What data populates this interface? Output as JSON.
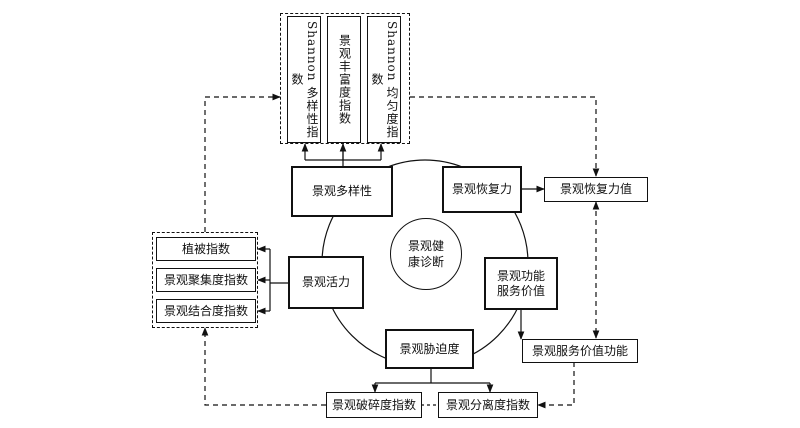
{
  "top_indices": {
    "shannon_diversity": "Shannon 多样性指数",
    "richness": "景观丰富度指数",
    "shannon_evenness": "Shannon 均匀度指数"
  },
  "center": {
    "label": "景观健康诊断"
  },
  "nodes": {
    "diversity": "景观多样性",
    "recovery": "景观恢复力",
    "vitality": "景观活力",
    "service_value": "景观功能服务价值",
    "stress": "景观胁迫度"
  },
  "left_indices": {
    "vegetation": "植被指数",
    "aggregation": "景观聚集度指数",
    "cohesion": "景观结合度指数"
  },
  "right_indices": {
    "recovery_value": "景观恢复力值",
    "service_function": "景观服务价值功能"
  },
  "bottom_indices": {
    "fragmentation": "景观破碎度指数",
    "separation": "景观分离度指数"
  }
}
